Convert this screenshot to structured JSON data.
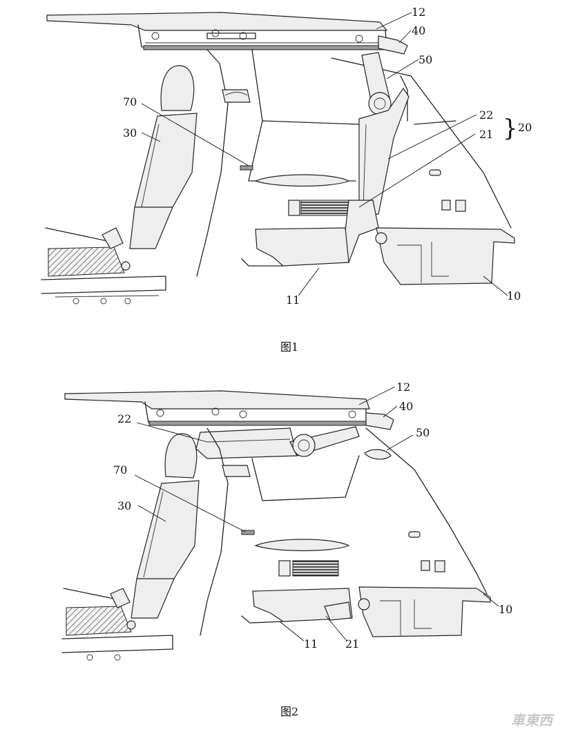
{
  "figures": [
    {
      "caption": "图1",
      "labels": {
        "l12": "12",
        "l40": "40",
        "l50": "50",
        "l22": "22",
        "l21": "21",
        "l20": "20",
        "l70": "70",
        "l30": "30",
        "l11": "11",
        "l10": "10"
      }
    },
    {
      "caption": "图2",
      "labels": {
        "l12": "12",
        "l40": "40",
        "l22": "22",
        "l50": "50",
        "l70": "70",
        "l30": "30",
        "l10": "10",
        "l11": "11",
        "l21": "21"
      }
    }
  ],
  "watermark": "車東西"
}
